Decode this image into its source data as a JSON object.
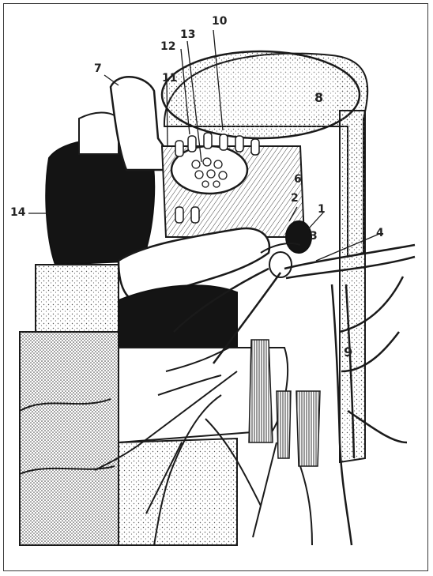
{
  "figure": {
    "labels": {
      "l1": "1",
      "l2": "2",
      "l3": "3",
      "l4": "4",
      "l6": "6",
      "l7": "7",
      "l8": "8",
      "l9": "9",
      "l10": "10",
      "l11": "11",
      "l12": "12",
      "l13": "13",
      "l14": "14"
    },
    "colors": {
      "ink": "#1a1a1a",
      "dark": "#141414",
      "paper": "#ffffff",
      "stipple": "#7a7a7a"
    }
  }
}
